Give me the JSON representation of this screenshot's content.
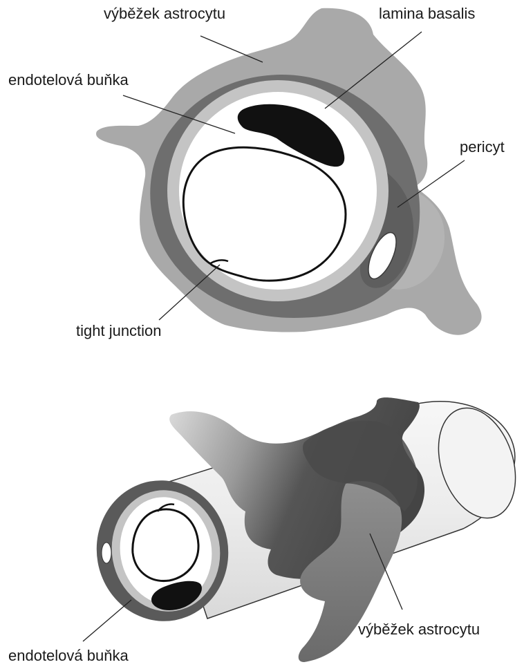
{
  "top_diagram": {
    "labels": {
      "astrocyte_process": "výběžek astrocytu",
      "basal_lamina": "lamina basalis",
      "endothelial_cell": "endotelová buňka",
      "pericyte": "pericyt",
      "tight_junction": "tight junction"
    }
  },
  "bottom_diagram": {
    "labels": {
      "astrocyte_process": "výběžek astrocytu",
      "endothelial_cell": "endotelová buňka"
    }
  },
  "colors": {
    "astrocyte_light": "#a9a9a9",
    "astrocyte_dark": "#565656",
    "basal_lamina": "#6e6e6e",
    "endothelium_light": "#c4c4c4",
    "nucleus": "#111111",
    "lumen": "#ffffff"
  }
}
